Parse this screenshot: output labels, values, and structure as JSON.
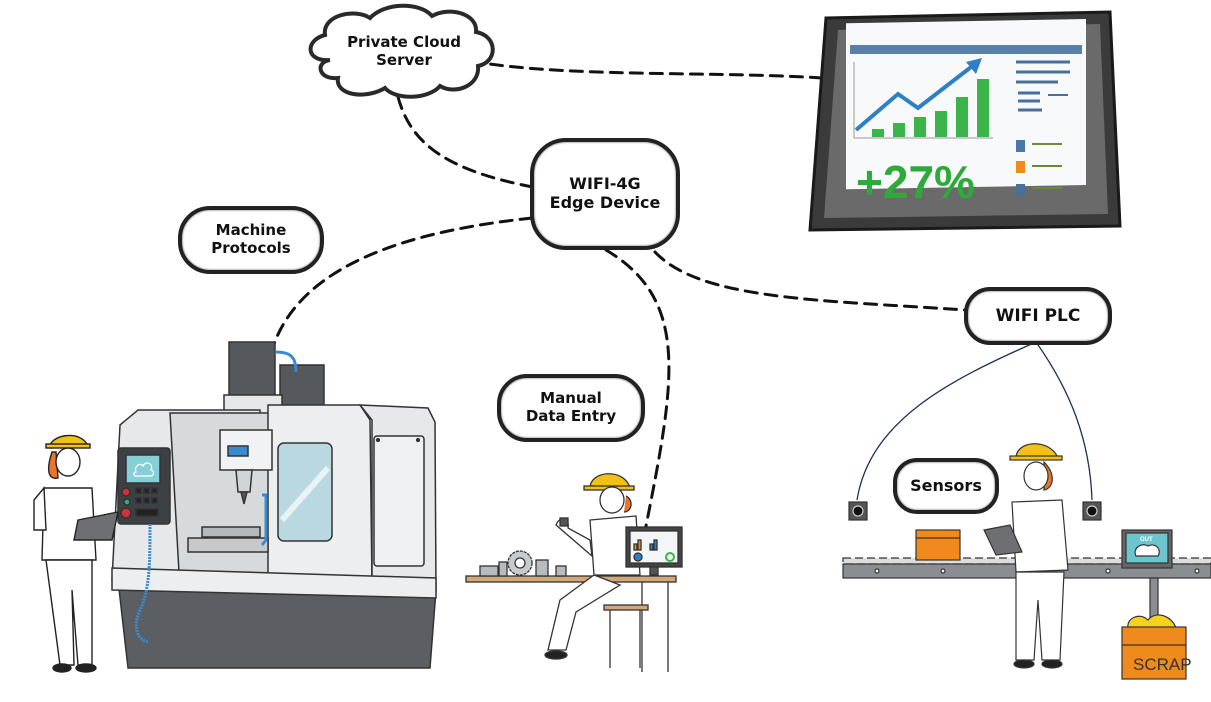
{
  "diagram": {
    "title": "",
    "nodes": {
      "cloud": {
        "label": "Private Cloud\nServer",
        "shape": "cloud"
      },
      "edge": {
        "label": "WIFI-4G\nEdge Device",
        "shape": "rounded-rect"
      },
      "protocols": {
        "label": "Machine\nProtocols",
        "shape": "pill"
      },
      "plc": {
        "label": "WIFI PLC",
        "shape": "pill"
      },
      "manual": {
        "label": "Manual\nData Entry",
        "shape": "pill"
      },
      "sensors": {
        "label": "Sensors",
        "shape": "pill"
      }
    },
    "dashboard": {
      "kpi": "+27%",
      "kpi_color": "#2eaa3a",
      "chart_bars": 6,
      "trend": "up"
    },
    "illustrations": {
      "cnc_machine": "CNC milling machine with operator holding tablet",
      "workstation": "Worker at desk with monitor dashboard",
      "conveyor": "Conveyor line with sensors, worker with tablet",
      "out_label": "OUT",
      "scrap_label": "SCRAP"
    },
    "edges": [
      {
        "from": "cloud",
        "to": "dashboard",
        "style": "dashed"
      },
      {
        "from": "cloud",
        "to": "edge",
        "style": "dashed"
      },
      {
        "from": "edge",
        "to": "protocols",
        "style": "dashed"
      },
      {
        "from": "edge",
        "to": "manual",
        "style": "dashed"
      },
      {
        "from": "edge",
        "to": "plc",
        "style": "dashed"
      },
      {
        "from": "plc",
        "to": "sensor-left",
        "style": "thin-wire"
      },
      {
        "from": "plc",
        "to": "sensor-right",
        "style": "thin-wire"
      }
    ],
    "colors": {
      "line": "#111111",
      "wire": "#1d2f5c",
      "machine_light": "#e6e8ea",
      "machine_dark": "#5b5f63",
      "helmet": "#f3c018",
      "hair": "#e8762a",
      "box": "#f08a1c",
      "screen_teal": "#6cc4cf",
      "bar_green": "#3bb44a",
      "arrow_blue": "#2f7fc6"
    }
  }
}
